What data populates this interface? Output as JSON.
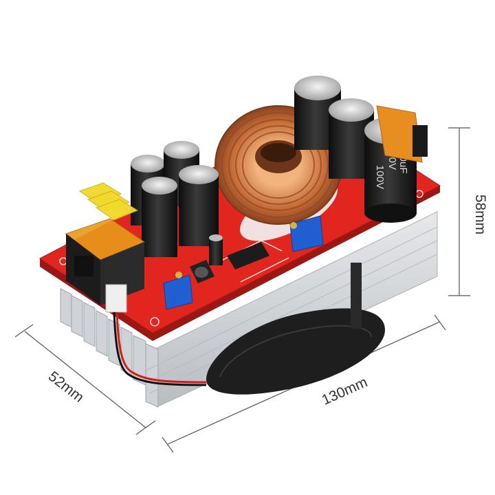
{
  "dimensions": {
    "height_label": "58mm",
    "depth_label": "52mm",
    "length_label": "130mm"
  },
  "capacitor_markings": {
    "cap_front_line1": "470uF",
    "cap_front_line2": "100V",
    "cap_front_line3": "100V"
  },
  "colors": {
    "pcb": "#e0261f",
    "heatsink": "#d6d9dc",
    "copper_coil": "#c56a35",
    "capacitor": "#1c1c1c",
    "trimmer": "#1f5fd1",
    "fuse": "#f2d92a",
    "terminal": "#e89a1a",
    "dimension_lines": "#555555"
  },
  "icons": [
    "fan-icon",
    "toroid-inductor-icon",
    "capacitor-icon",
    "trimmer-potentiometer-icon",
    "fuse-icon",
    "terminal-block-icon"
  ]
}
